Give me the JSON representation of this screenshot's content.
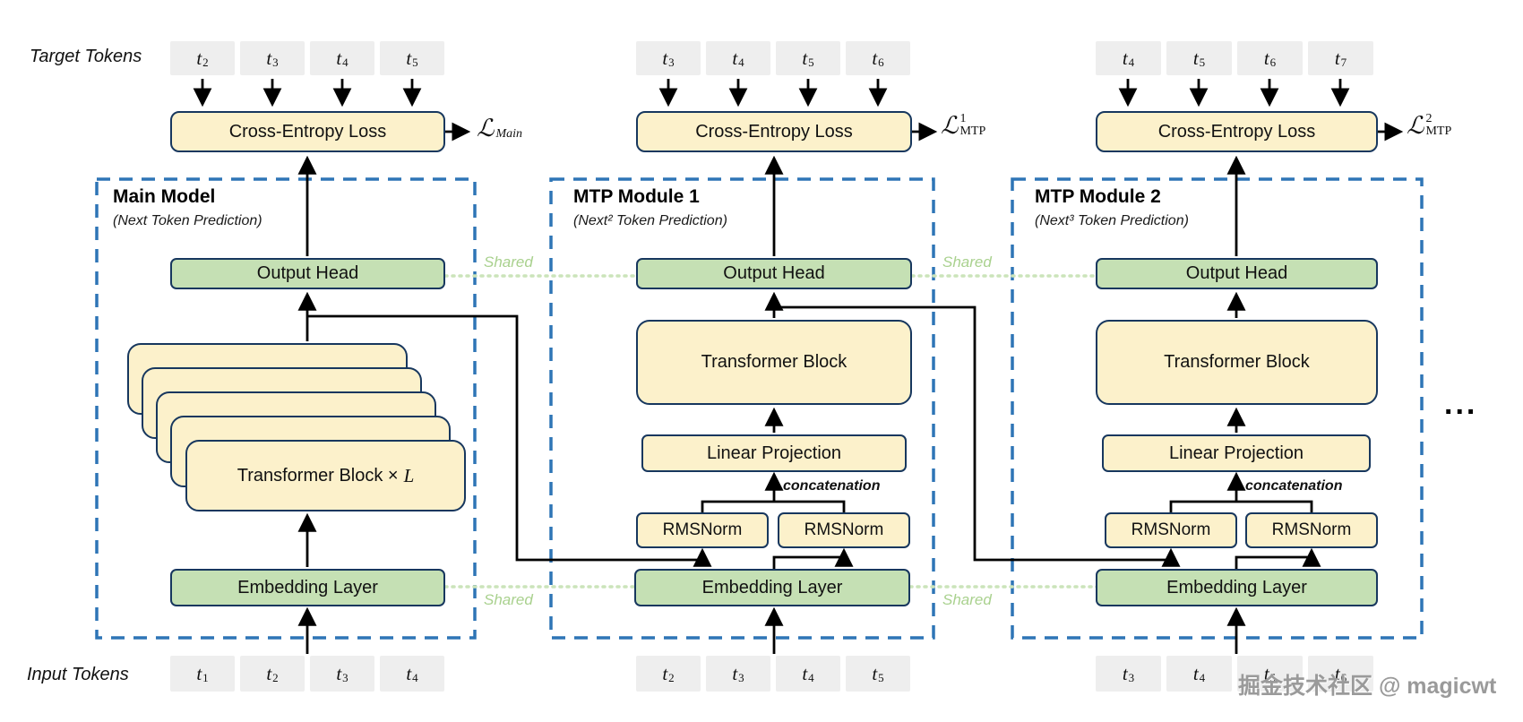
{
  "page": {
    "target_tokens_label": "Target Tokens",
    "input_tokens_label": "Input Tokens",
    "shared_label": "Shared",
    "ellipsis": "...",
    "watermark": "掘金技术社区 @ magicwt"
  },
  "colors": {
    "box_cream": "#FCF1CB",
    "box_green": "#C5E0B4",
    "box_gray": "#EEEEEE",
    "box_border": "#17375E",
    "module_dashed_blue": "#2E75B6",
    "shared_dotted_green": "#CBE4BA",
    "shared_text_green": "#A9D18E",
    "line_black": "#000000"
  },
  "modules": [
    {
      "title": "Main Model",
      "subtitle": "(Next Token Prediction)",
      "cross_entropy_label": "Cross-Entropy Loss",
      "loss": {
        "script": "ℒ",
        "sup": "",
        "sub": "Main"
      },
      "output_head_label": "Output Head",
      "transformer_label": "Transformer Block ×",
      "transformer_var": "L",
      "embedding_label": "Embedding Layer",
      "target_tokens": [
        {
          "base": "t",
          "sub": "2"
        },
        {
          "base": "t",
          "sub": "3"
        },
        {
          "base": "t",
          "sub": "4"
        },
        {
          "base": "t",
          "sub": "5"
        }
      ],
      "input_tokens": [
        {
          "base": "t",
          "sub": "1"
        },
        {
          "base": "t",
          "sub": "2"
        },
        {
          "base": "t",
          "sub": "3"
        },
        {
          "base": "t",
          "sub": "4"
        }
      ]
    },
    {
      "title": "MTP Module 1",
      "subtitle": "(Next² Token Prediction)",
      "cross_entropy_label": "Cross-Entropy Loss",
      "loss": {
        "script": "ℒ",
        "sup": "1",
        "sub": "MTP"
      },
      "output_head_label": "Output Head",
      "transformer_label": "Transformer Block",
      "linear_label": "Linear Projection",
      "concat_label": "concatenation",
      "rmsnorm_left_label": "RMSNorm",
      "rmsnorm_right_label": "RMSNorm",
      "embedding_label": "Embedding Layer",
      "target_tokens": [
        {
          "base": "t",
          "sub": "3"
        },
        {
          "base": "t",
          "sub": "4"
        },
        {
          "base": "t",
          "sub": "5"
        },
        {
          "base": "t",
          "sub": "6"
        }
      ],
      "input_tokens": [
        {
          "base": "t",
          "sub": "2"
        },
        {
          "base": "t",
          "sub": "3"
        },
        {
          "base": "t",
          "sub": "4"
        },
        {
          "base": "t",
          "sub": "5"
        }
      ]
    },
    {
      "title": "MTP Module 2",
      "subtitle": "(Next³ Token Prediction)",
      "cross_entropy_label": "Cross-Entropy Loss",
      "loss": {
        "script": "ℒ",
        "sup": "2",
        "sub": "MTP"
      },
      "output_head_label": "Output Head",
      "transformer_label": "Transformer Block",
      "linear_label": "Linear Projection",
      "concat_label": "concatenation",
      "rmsnorm_left_label": "RMSNorm",
      "rmsnorm_right_label": "RMSNorm",
      "embedding_label": "Embedding Layer",
      "target_tokens": [
        {
          "base": "t",
          "sub": "4"
        },
        {
          "base": "t",
          "sub": "5"
        },
        {
          "base": "t",
          "sub": "6"
        },
        {
          "base": "t",
          "sub": "7"
        }
      ],
      "input_tokens": [
        {
          "base": "t",
          "sub": "3"
        },
        {
          "base": "t",
          "sub": "4"
        },
        {
          "base": "t",
          "sub": "5"
        },
        {
          "base": "t",
          "sub": "6"
        }
      ]
    }
  ]
}
